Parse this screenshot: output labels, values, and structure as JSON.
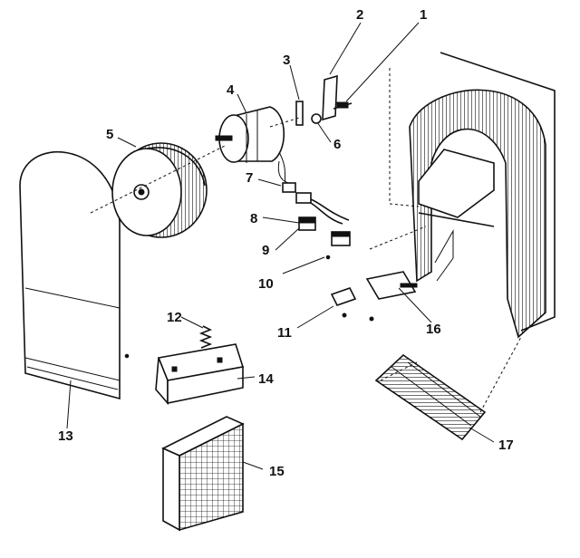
{
  "callouts": [
    {
      "id": "1",
      "text": "1"
    },
    {
      "id": "2",
      "text": "2"
    },
    {
      "id": "3",
      "text": "3"
    },
    {
      "id": "4",
      "text": "4"
    },
    {
      "id": "5",
      "text": "5"
    },
    {
      "id": "6",
      "text": "6"
    },
    {
      "id": "7",
      "text": "7"
    },
    {
      "id": "8",
      "text": "8"
    },
    {
      "id": "9",
      "text": "9"
    },
    {
      "id": "10",
      "text": "10"
    },
    {
      "id": "11",
      "text": "11"
    },
    {
      "id": "12",
      "text": "12"
    },
    {
      "id": "13",
      "text": "13"
    },
    {
      "id": "14",
      "text": "14"
    },
    {
      "id": "15",
      "text": "15"
    },
    {
      "id": "16",
      "text": "16"
    },
    {
      "id": "17",
      "text": "17"
    }
  ],
  "colors": {
    "ink": "#111111",
    "paper": "#ffffff"
  }
}
